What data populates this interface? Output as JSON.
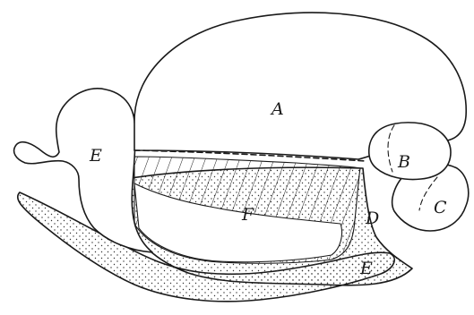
{
  "labels": {
    "A": "A",
    "B": "B",
    "C": "C",
    "D": "D",
    "E_left": "E",
    "E_bottom": "E",
    "F": "F"
  }
}
